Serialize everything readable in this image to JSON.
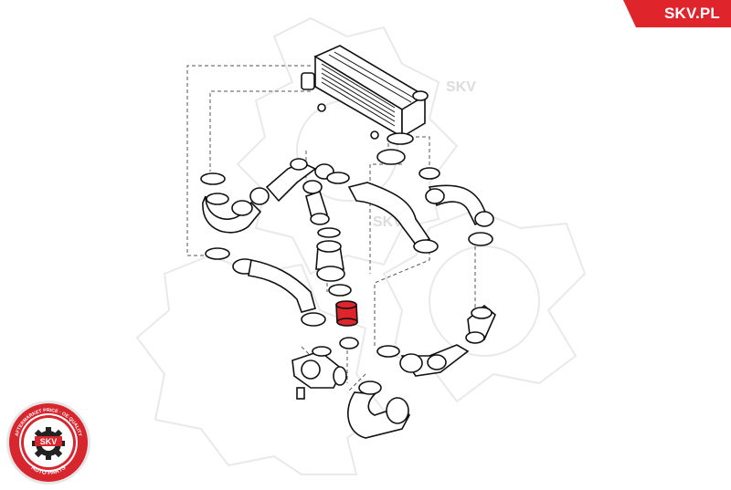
{
  "brand": {
    "label": "SKV.PL",
    "color": "#e0242c"
  },
  "watermark": {
    "text": "SKV"
  },
  "seal": {
    "ring_text_top": "AFTERMARKET PRICE · OE QUALITY",
    "center_text": "SKV",
    "ring_text_bottom": "AUTO PARTS",
    "color": "#d8262f"
  },
  "diagram": {
    "line_color": "#111111",
    "dash_color": "#555555",
    "highlight_color": "#e0242c",
    "highlighted_part": "intercooler-pipe-highlighted"
  }
}
